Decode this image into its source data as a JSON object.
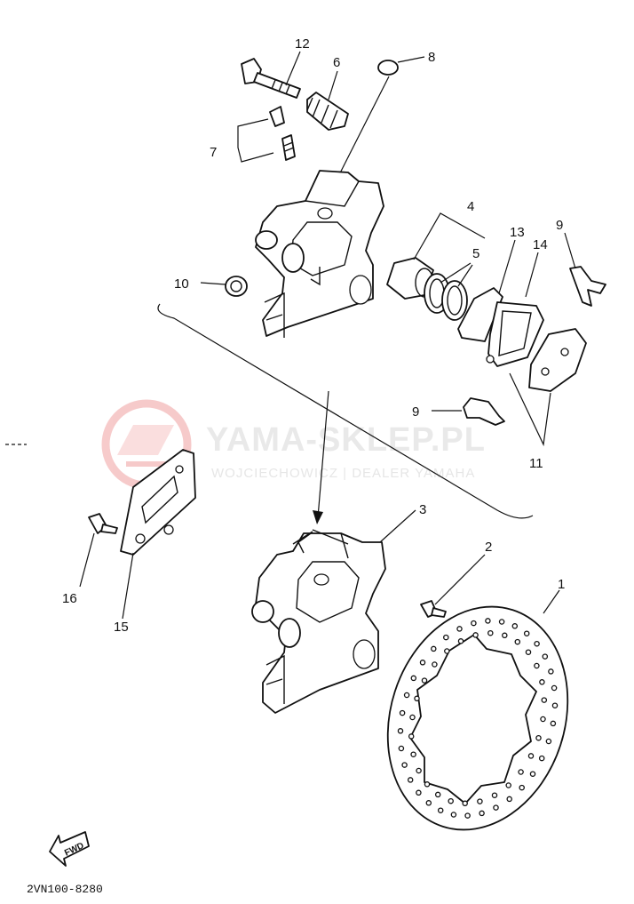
{
  "callouts": {
    "c1": "1",
    "c2": "2",
    "c3": "3",
    "c4": "4",
    "c5": "5",
    "c6": "6",
    "c7": "7",
    "c8": "8",
    "c9a": "9",
    "c9b": "9",
    "c10": "10",
    "c11": "11",
    "c12": "12",
    "c13": "13",
    "c14": "14",
    "c15": "15",
    "c16": "16"
  },
  "watermark": {
    "title": "YAMA-SKLEP.PL",
    "subtitle": "WOJCIECHOWICZ | DEALER YAMAHA"
  },
  "fwd_label": "FWD",
  "diagram_code": "2VN100-8280",
  "colors": {
    "line": "#111111",
    "watermark_logo": "#f0a0a0",
    "watermark_text": "#e6e6e6"
  }
}
